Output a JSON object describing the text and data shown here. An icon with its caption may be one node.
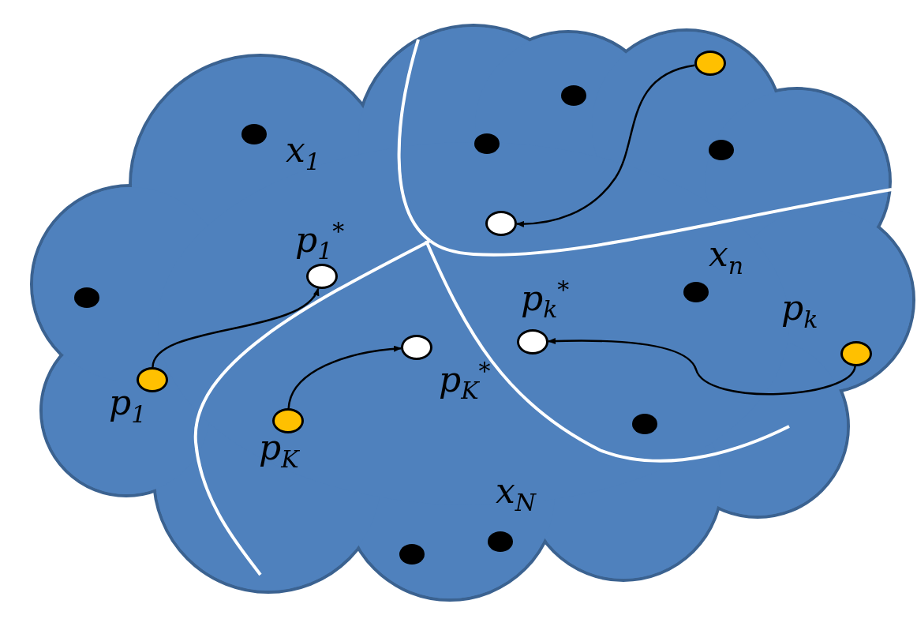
{
  "diagram": {
    "nodes": [
      {
        "text": [],
        "shape": "cloud"
      },
      {
        "text": [],
        "shape": "circle",
        "in": 0
      },
      {
        "text": [],
        "shape": "circle",
        "in": 0
      },
      {
        "text": [],
        "shape": "circle",
        "in": 0,
        "beside": [
          "*x*$_{1}$"
        ]
      },
      {
        "text": [],
        "shape": "circle",
        "in": 0
      },
      {
        "text": [],
        "shape": "circle",
        "in": 0
      },
      {
        "text": [],
        "shape": "circle",
        "in": 0
      },
      {
        "text": [],
        "shape": "circle",
        "in": 0,
        "beside": [
          "*p*$_{1}$$^{*}$"
        ]
      },
      {
        "text": [],
        "shape": "circle",
        "in": 0,
        "beside": [
          "*x*$_{n}$"
        ]
      },
      {
        "text": [],
        "shape": "circle",
        "in": 0
      },
      {
        "text": [],
        "shape": "circle",
        "in": 0,
        "beside": [
          "*p*$_{k}$$^{*}$"
        ]
      },
      {
        "text": [],
        "shape": "circle",
        "in": 0,
        "beside": [
          "*p*$_{K}$$^{*}$"
        ]
      },
      {
        "text": [],
        "shape": "circle",
        "in": 0,
        "beside": [
          "*p*$_{k}$"
        ]
      },
      {
        "text": [],
        "shape": "circle",
        "in": 0,
        "beside": [
          "*p*$_{1}$"
        ]
      },
      {
        "text": [],
        "shape": "circle",
        "in": 0,
        "beside": [
          "*p*$_{K}$"
        ]
      },
      {
        "text": [],
        "shape": "circle",
        "in": 0
      },
      {
        "text": [],
        "shape": "circle",
        "in": 0,
        "beside": [
          "*x*$_{N}$"
        ]
      },
      {
        "text": [],
        "shape": "circle",
        "in": 0
      }
    ],
    "edges": [
      {
        "from": 1,
        "to": 6,
        "arrow": "to"
      },
      {
        "from": 13,
        "to": 7,
        "arrow": "to"
      },
      {
        "from": 14,
        "to": 11,
        "arrow": "to"
      },
      {
        "from": 12,
        "to": 10,
        "arrow": "to"
      }
    ]
  }
}
